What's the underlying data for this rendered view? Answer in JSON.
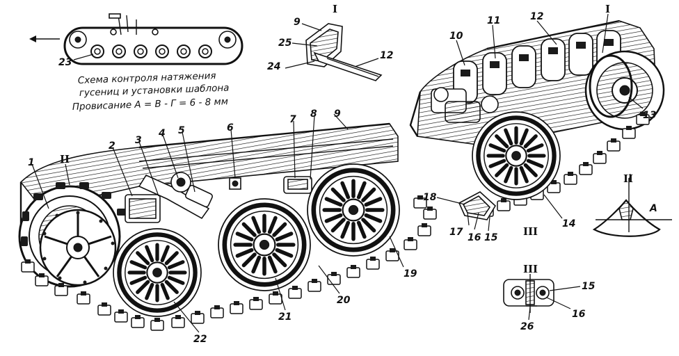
{
  "caption": {
    "line1": "Схема   контроля   натяжения",
    "line2": "гусениц и установки шаблона",
    "line3": "Провисание   A = B - Г = 6 - 8 мм"
  },
  "details": {
    "I": "I",
    "II": "II",
    "III": "III",
    "A": "A"
  },
  "numbers": [
    "1",
    "2",
    "3",
    "4",
    "5",
    "6",
    "7",
    "8",
    "9",
    "10",
    "11",
    "12",
    "13",
    "14",
    "15",
    "16",
    "17",
    "18",
    "19",
    "20",
    "21",
    "22",
    "23",
    "24",
    "25",
    "26"
  ],
  "detail_labels": {
    "n9_detail": "9",
    "n25_detail": "25",
    "n24_detail": "24",
    "n12_detail": "12",
    "n12_right": "12",
    "n15_detail": "15",
    "n16_detail": "16",
    "n26_detail": "26"
  }
}
